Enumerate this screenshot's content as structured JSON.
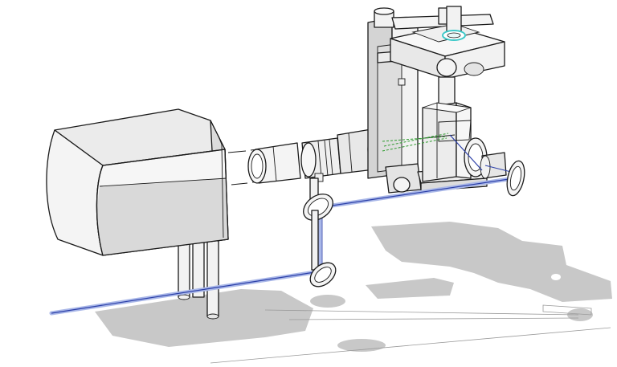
{
  "figure": {
    "background": "#ffffff",
    "colors": {
      "line": "#1a1a1a",
      "body_fill": "#f2f2f2",
      "body_shade": "#dcdcdc",
      "shadow": "#c8c8c8",
      "laser_beam": "#2b3fa8",
      "beam_glow": "#a9b7e8",
      "fluorescence_beam": "#2e9b2e",
      "objective_ring": "#3ec9c9"
    },
    "components": [
      "camera-body",
      "camera-support-posts",
      "tube-lens-assembly",
      "microscope-stand",
      "sample-stage",
      "objective-holder",
      "filter-cube",
      "periscope-mirror-upper",
      "periscope-mirror-lower",
      "steering-mirror",
      "excitation-laser-beam",
      "emission-beam",
      "floor-shadow"
    ]
  }
}
